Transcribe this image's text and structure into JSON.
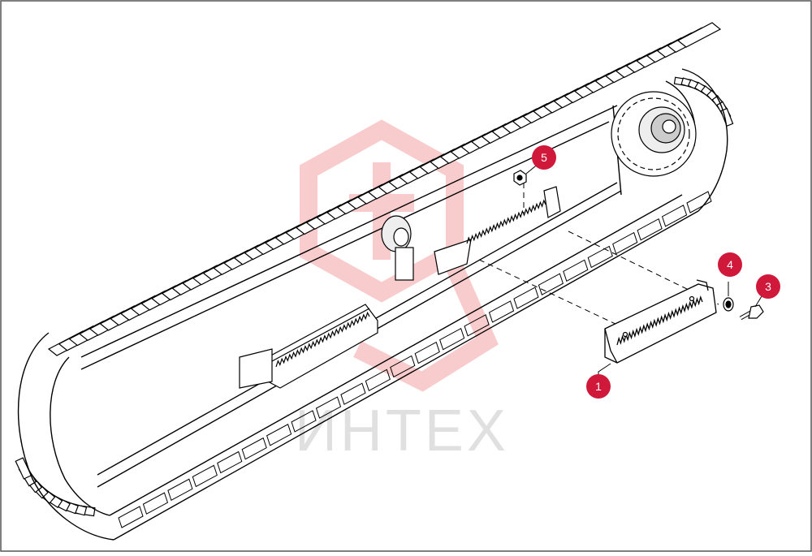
{
  "diagram": {
    "callouts": [
      {
        "id": "1",
        "label": "1"
      },
      {
        "id": "3",
        "label": "3"
      },
      {
        "id": "4",
        "label": "4"
      },
      {
        "id": "5",
        "label": "5"
      }
    ],
    "watermark": {
      "text": "ИНТЕХ"
    },
    "colors": {
      "callout": "#d0193a",
      "line": "#000000",
      "watermark": "#e84a4a",
      "border": "#555555"
    }
  }
}
